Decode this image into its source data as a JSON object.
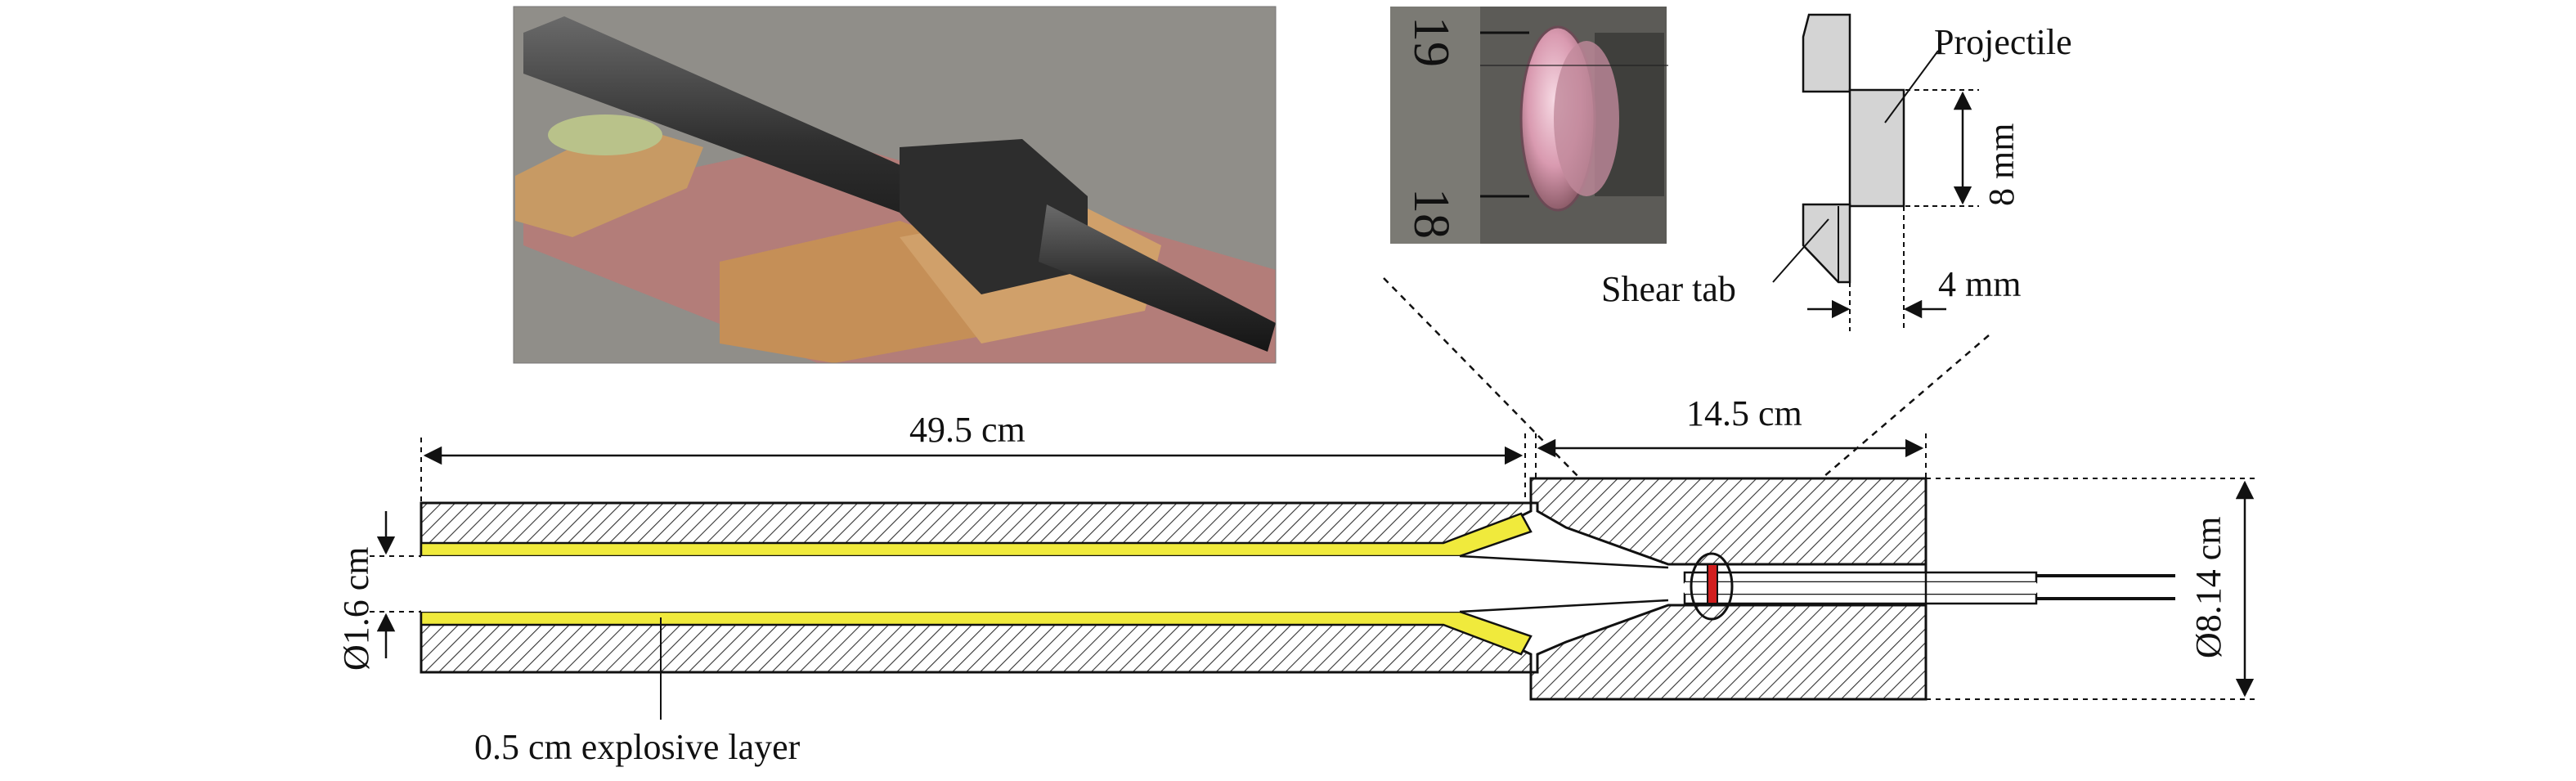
{
  "labels": {
    "length_barrel": "49.5 cm",
    "length_chamber": "14.5 cm",
    "bore_diameter": "Ø1.6 cm",
    "outer_diameter": "Ø8.14 cm",
    "explosive_layer": "0.5 cm explosive layer",
    "projectile": "Projectile",
    "shear_tab": "Shear tab",
    "projectile_length": "8 mm",
    "projectile_width": "4 mm"
  },
  "ruler_marks": [
    "18",
    "19"
  ],
  "colors": {
    "explosive": "#f0ea3c",
    "projectile_marker": "#d21e1e",
    "hatch": "#333333",
    "photo_background": "#8d8b86",
    "gun_tube": "#3a3a3a",
    "wood_block": "#c79a64",
    "pink_board": "#b77b78"
  },
  "icons": {
    "gun_photo": "photograph-of-gun-assembly",
    "projectile_photo": "photograph-of-projectile-on-ruler"
  }
}
